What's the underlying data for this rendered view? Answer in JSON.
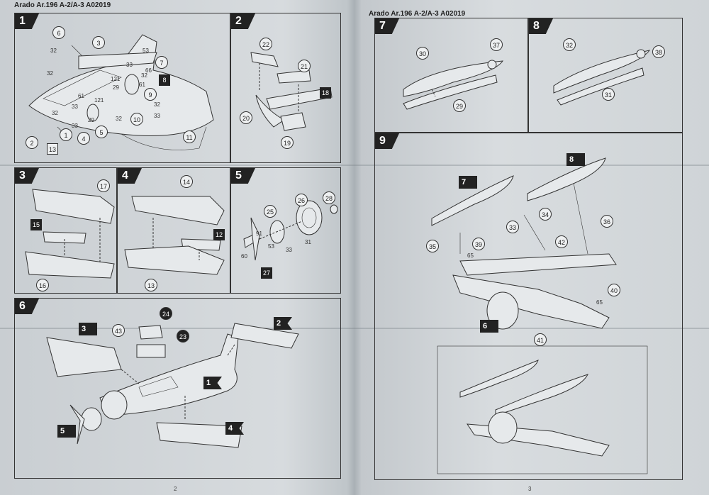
{
  "header_left": "Arado Ar.196 A-2/A-3 A02019",
  "header_right": "Arado Ar.196 A-2/A-3 A02019",
  "page_left": "2",
  "page_right": "3",
  "step_labels": [
    "1",
    "2",
    "3",
    "4",
    "5",
    "6",
    "7",
    "8",
    "9"
  ],
  "step1": {
    "parts": [
      "6",
      "3",
      "2",
      "1",
      "5",
      "4",
      "10",
      "9",
      "11",
      "7"
    ],
    "boxes": [
      "8",
      "13"
    ],
    "labels": [
      "32",
      "32",
      "53",
      "33",
      "66",
      "32",
      "121",
      "61",
      "29",
      "61",
      "121",
      "32",
      "33",
      "32",
      "29",
      "33",
      "33",
      "32"
    ]
  },
  "step2": {
    "parts": [
      "22",
      "21",
      "20",
      "19"
    ],
    "boxes": [
      "18"
    ]
  },
  "step3": {
    "parts": [
      "17",
      "16"
    ],
    "boxes": [
      "15"
    ]
  },
  "step4": {
    "parts": [
      "14",
      "13"
    ],
    "boxes": [
      "12"
    ]
  },
  "step5": {
    "parts": [
      "26",
      "28",
      "25",
      "60"
    ],
    "boxes_dark": [
      "27"
    ],
    "labels": [
      "91",
      "53",
      "33",
      "31"
    ]
  },
  "step6": {
    "parts": [
      "43"
    ],
    "parts_dark": [
      "24",
      "23"
    ],
    "flags": [
      "3",
      "2",
      "1",
      "5",
      "4"
    ]
  },
  "step7": {
    "parts": [
      "30",
      "37",
      "29"
    ]
  },
  "step8": {
    "parts": [
      "32",
      "38",
      "31"
    ]
  },
  "step9": {
    "parts": [
      "34",
      "33",
      "36",
      "35",
      "39",
      "42",
      "40",
      "41"
    ],
    "flags": [
      "7",
      "8",
      "6"
    ],
    "labels": [
      "65",
      "65"
    ]
  }
}
